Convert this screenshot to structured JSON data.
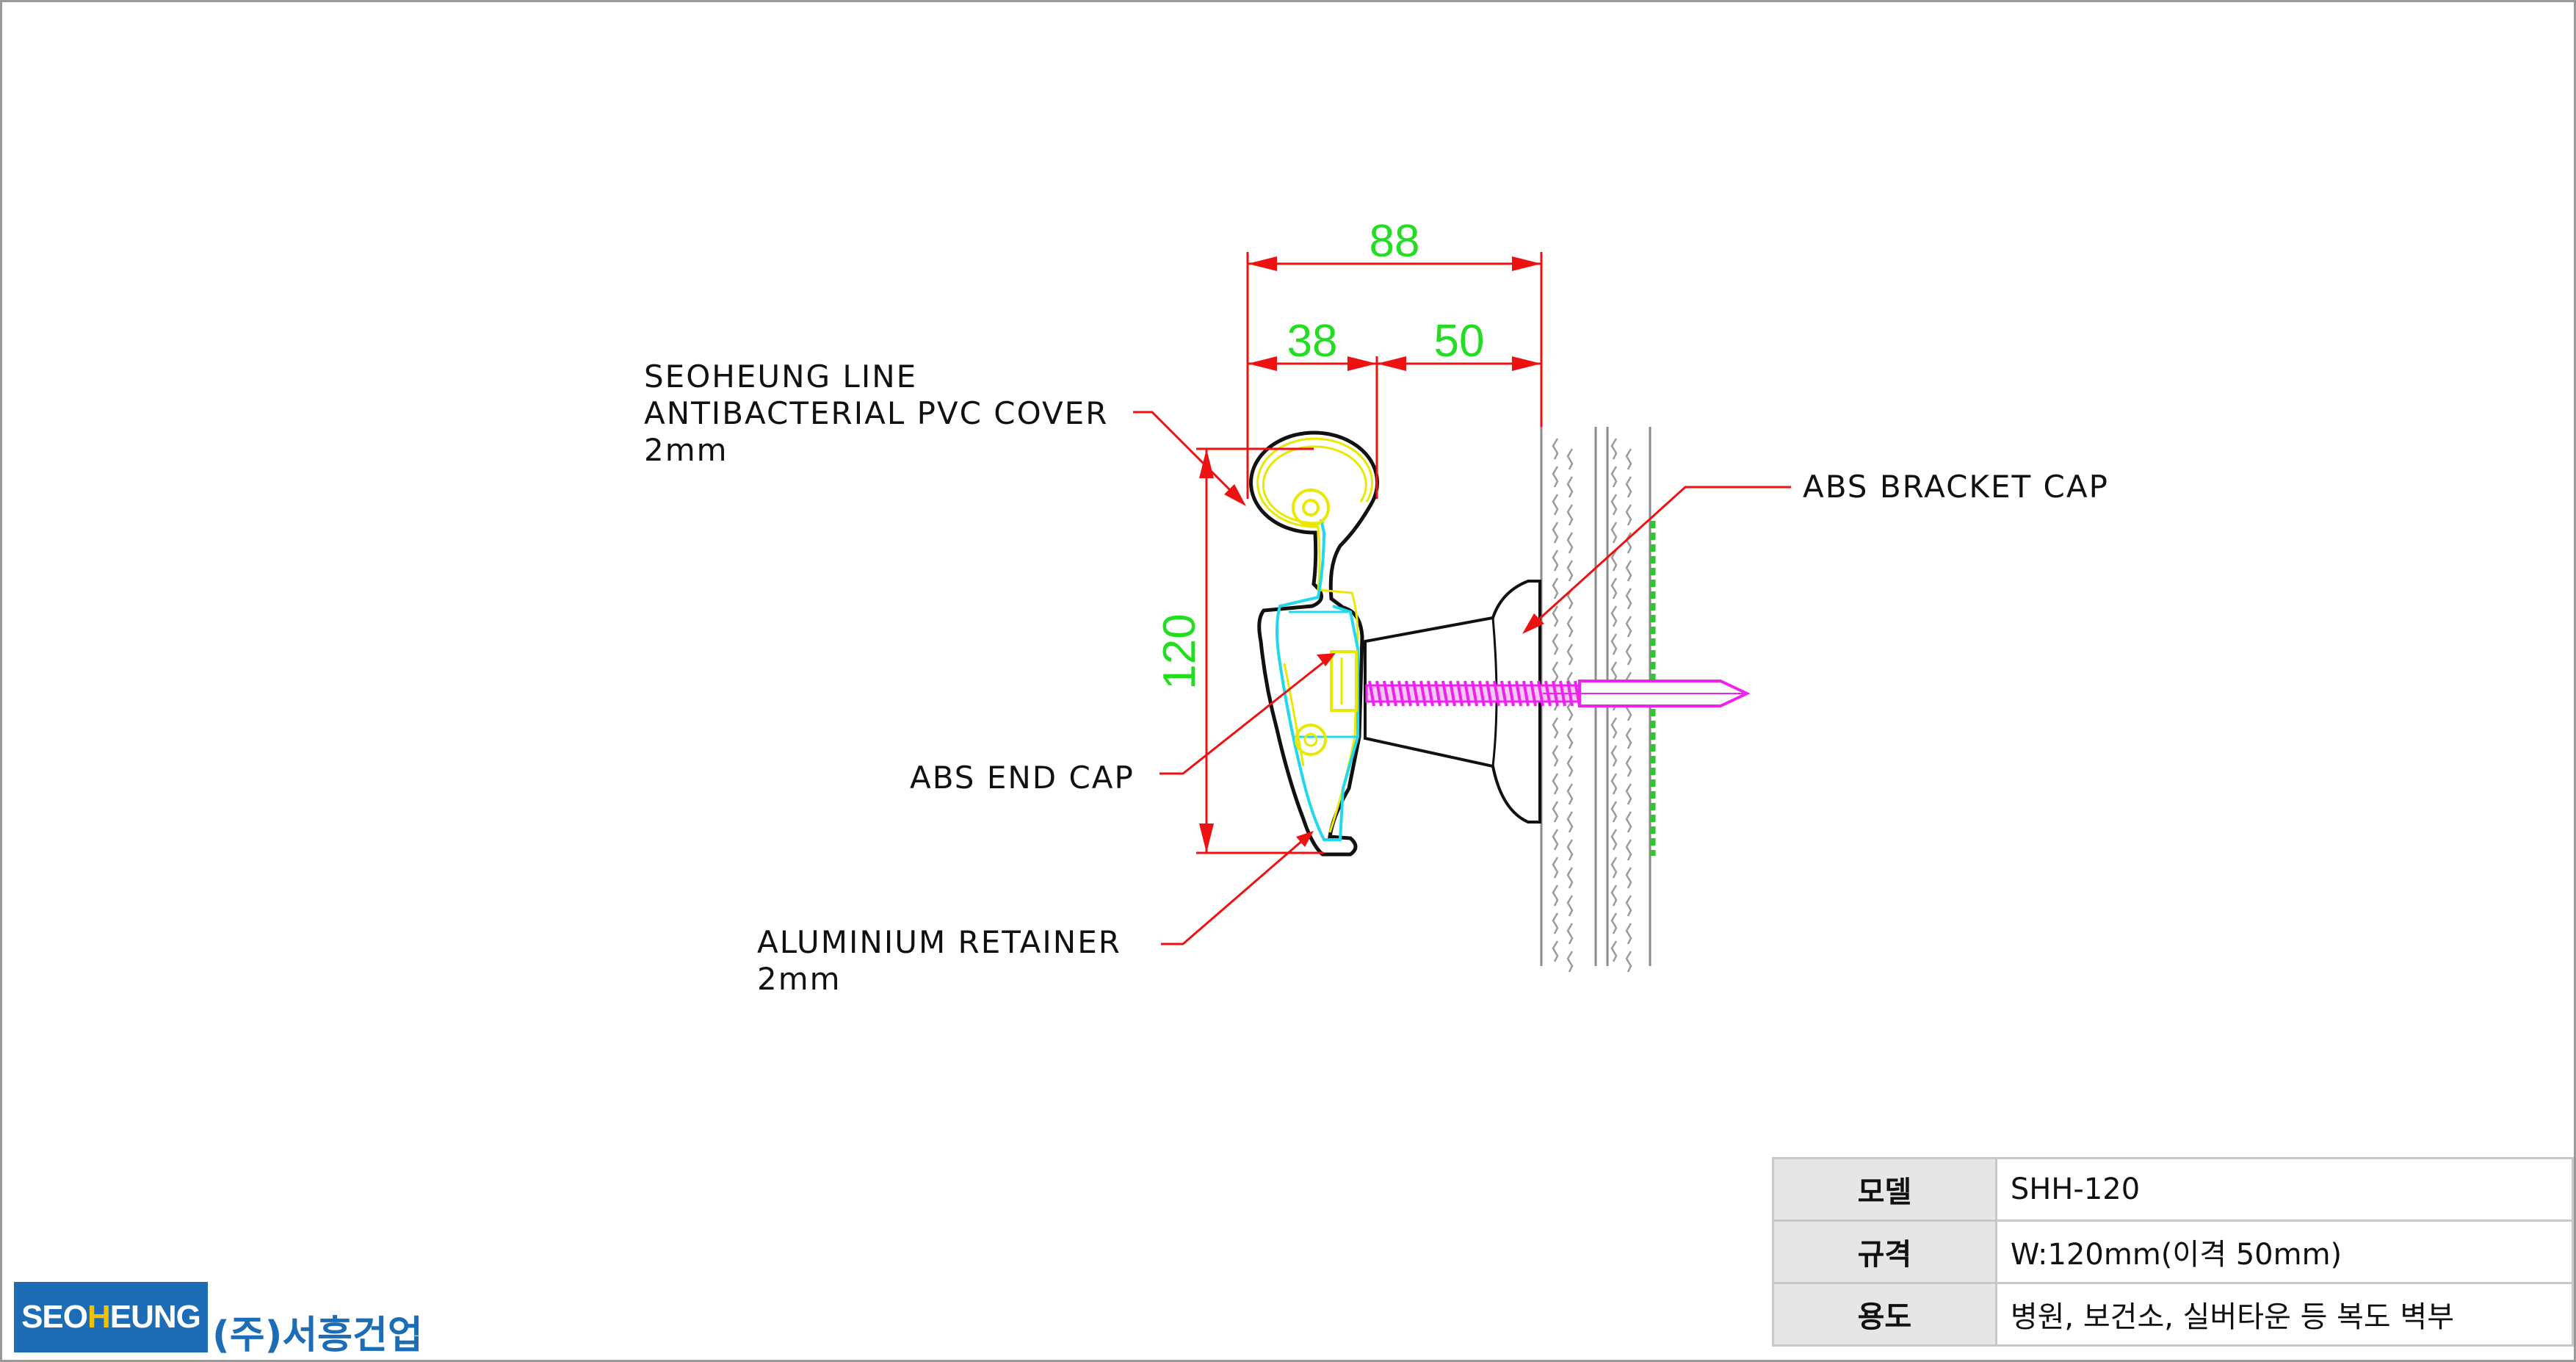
{
  "labels": {
    "pvc_cover": [
      "SEOHEUNG LINE",
      "ANTIBACTERIAL PVC COVER",
      "2mm"
    ],
    "bracket_cap": "ABS BRACKET CAP",
    "end_cap": "ABS END CAP",
    "retainer": [
      "ALUMINIUM RETAINER",
      "2mm"
    ]
  },
  "dimensions": {
    "overall_depth": "88",
    "rail_depth": "38",
    "bracket_depth": "50",
    "height": "120"
  },
  "spec_table": [
    {
      "key": "모델",
      "value": "SHH-120"
    },
    {
      "key": "규격",
      "value": "W:120mm(이격 50mm)"
    },
    {
      "key": "용도",
      "value": "병원, 보건소, 실버타운 등 복도 벽부"
    }
  ],
  "logo": {
    "pre": "SEO",
    "accent": "H",
    "post": "EUNG",
    "korean": "(주)서흥건업"
  },
  "colors": {
    "dimension": "#22dd22",
    "leader": "#ee1111",
    "screw": "#ee22ee",
    "inner_profile": "#22d8ee",
    "cover_outline": "#e8e800",
    "brand_blue": "#1d6db6",
    "brand_yellow": "#f2c200"
  }
}
